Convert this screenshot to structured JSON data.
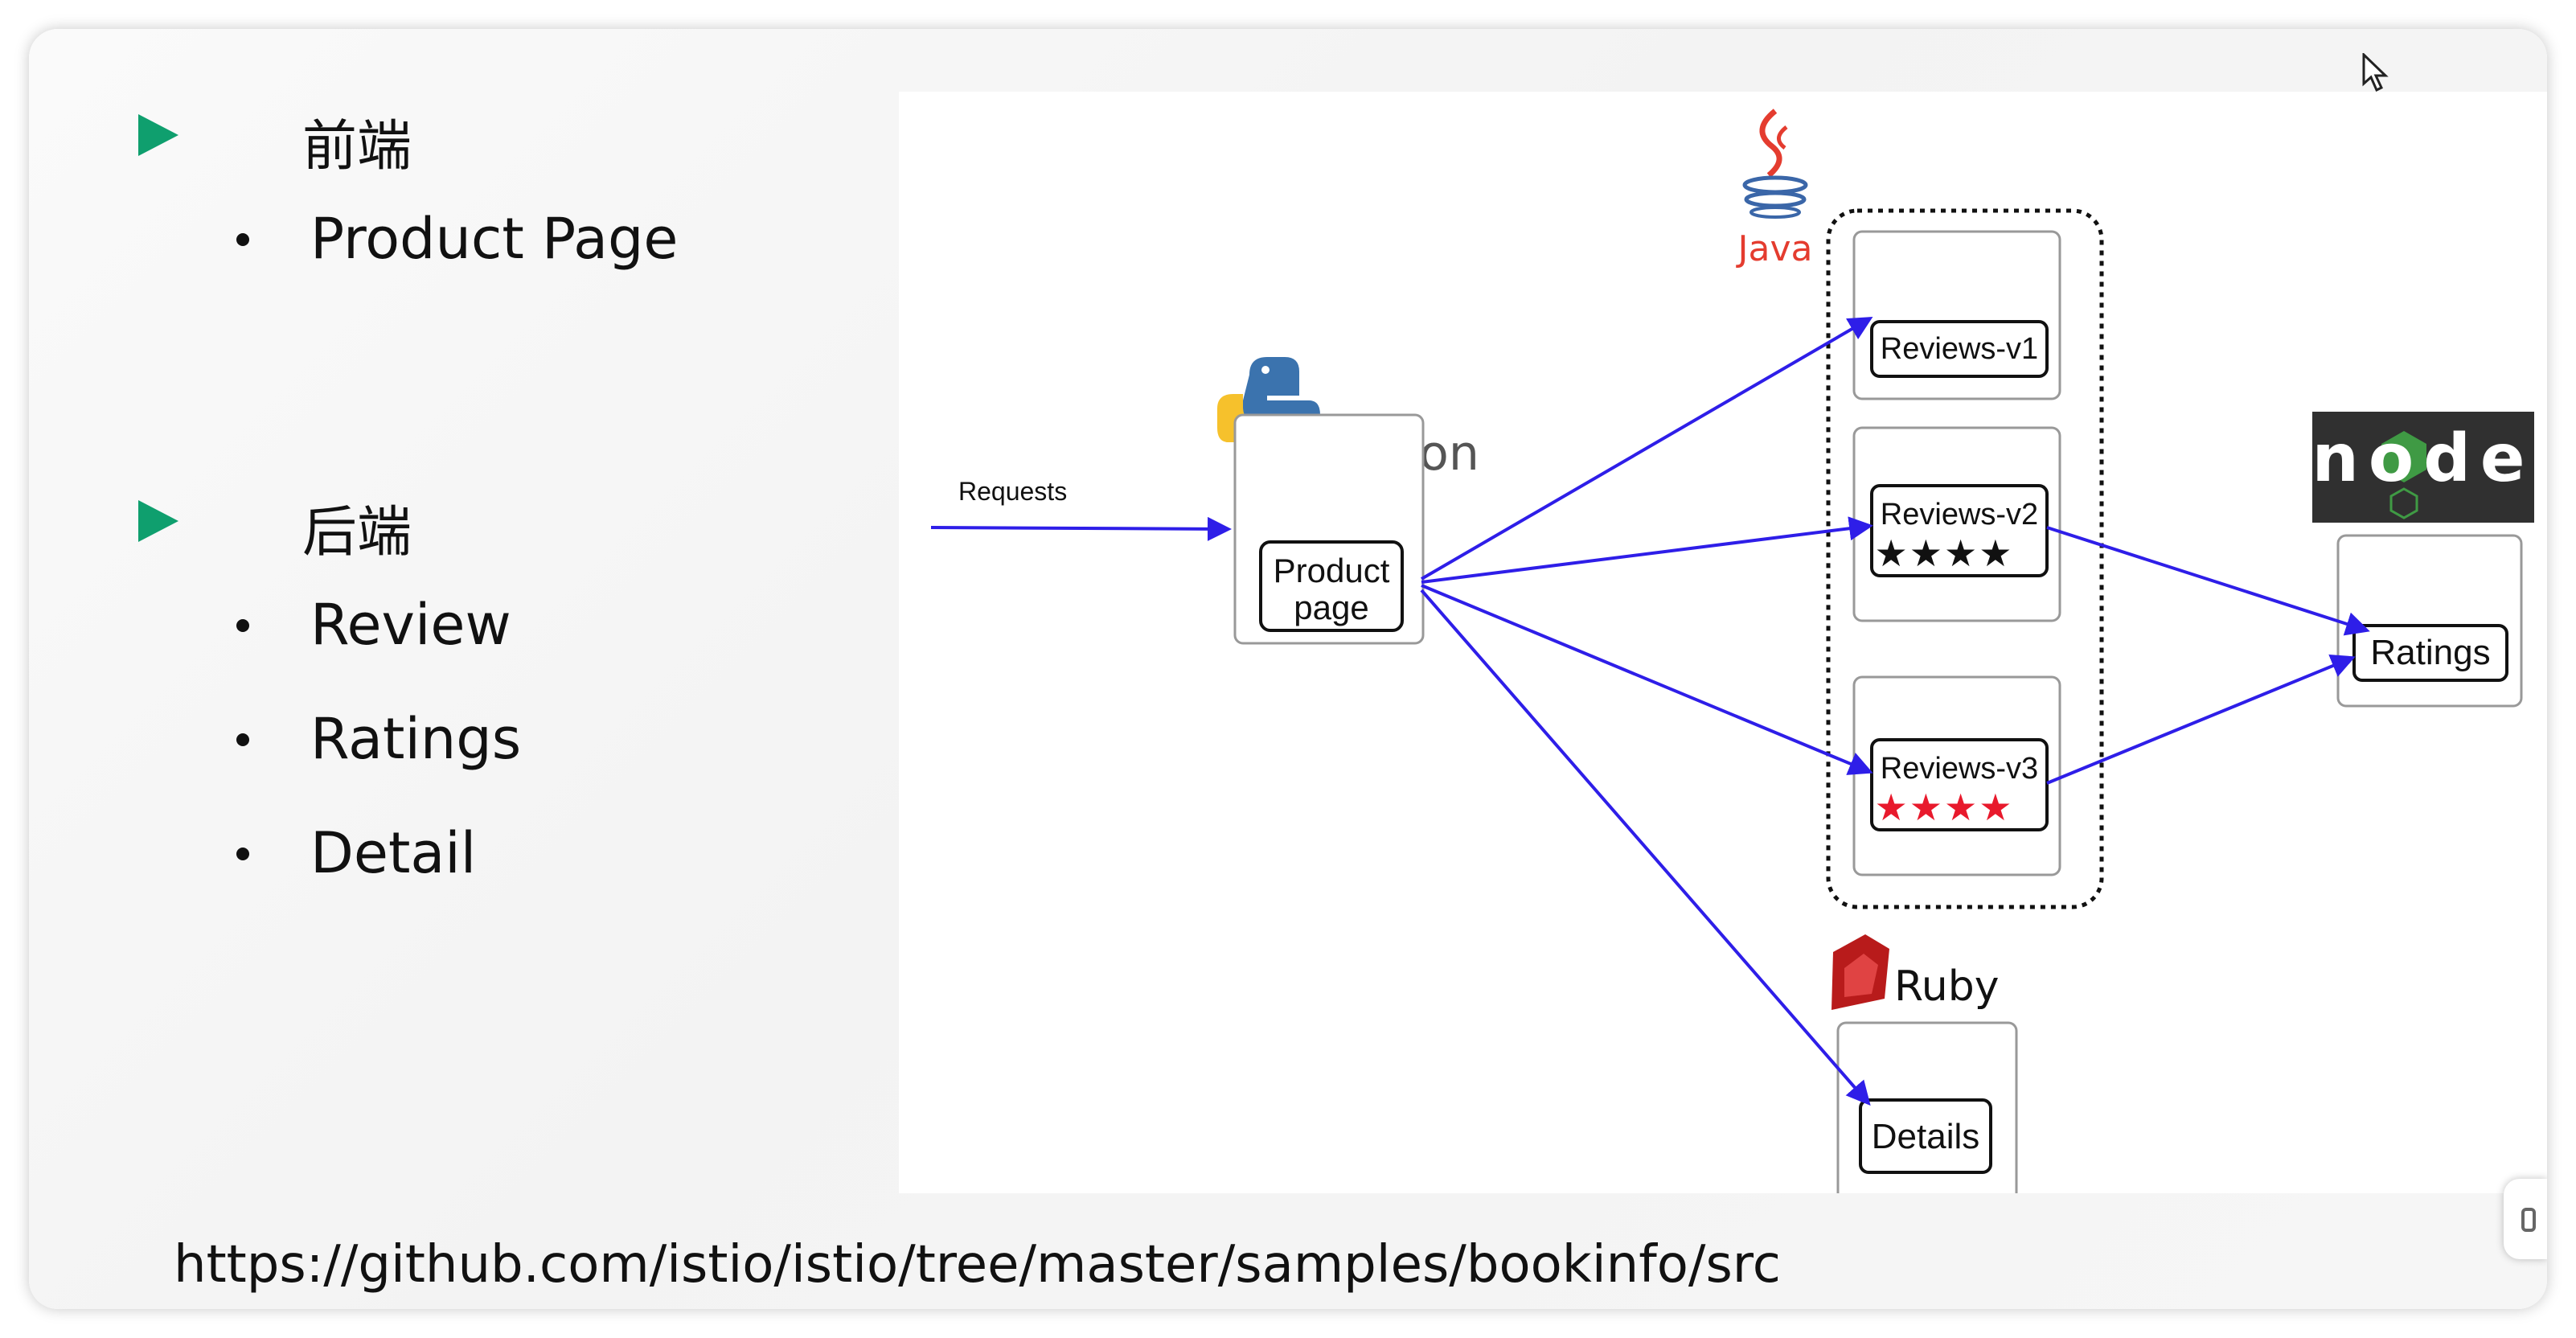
{
  "left_list": {
    "sections": [
      {
        "heading": "前端",
        "items": [
          "Product Page"
        ]
      },
      {
        "heading": "后端",
        "items": [
          "Review",
          "Ratings",
          "Detail"
        ]
      }
    ]
  },
  "diagram": {
    "requests_label": "Requests",
    "python_logo_text": "python",
    "java_logo_text": "Java",
    "ruby_logo_text": "Ruby",
    "node_logo_text": "node",
    "productpage_line1": "Product",
    "productpage_line2": "page",
    "reviews_v1": "Reviews-v1",
    "reviews_v2": "Reviews-v2",
    "reviews_v3": "Reviews-v3",
    "ratings": "Ratings",
    "details": "Details",
    "v2_stars": "★★★★",
    "v3_stars": "★★★★",
    "colors": {
      "arrow": "#2e1ee8",
      "accent_green": "#0f9f6e",
      "star_red": "#e8192c",
      "star_black": "#111111",
      "java_red": "#e43c2f",
      "java_blue": "#3a66a8",
      "python_blue": "#3b73ae",
      "python_yellow": "#f6c12c",
      "ruby_red": "#b81b1b",
      "node_bg": "#303030",
      "node_green": "#3f9a44"
    }
  },
  "footer": {
    "url": "https://github.com/istio/istio/tree/master/samples/bookinfo/src"
  },
  "icons": {
    "cursor": "mouse-pointer-icon",
    "section_marker": "play-triangle-icon",
    "side_tab": "side-panel-handle-icon"
  }
}
